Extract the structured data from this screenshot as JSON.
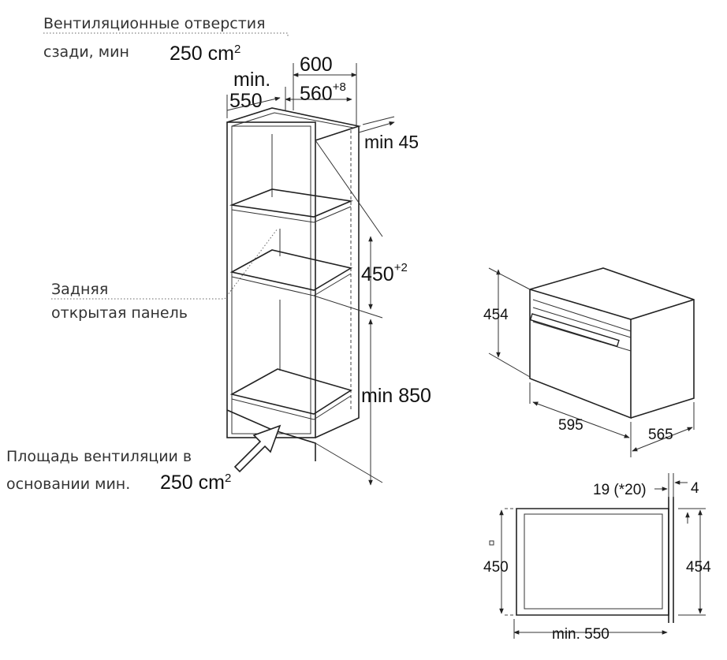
{
  "labels": {
    "rear_vent_line1": "Вентиляционные отверстия",
    "rear_vent_line2": "сзади, мин",
    "rear_vent_value": "250 cm",
    "rear_vent_sup": "2",
    "back_panel_line1": "Задняя",
    "back_panel_line2": "открытая панель",
    "base_vent_line1": "Площадь вентиляции в",
    "base_vent_line2": "основании мин.",
    "base_vent_value": "250 cm",
    "base_vent_sup": "2"
  },
  "cabinet_dims": {
    "width_outer": "600",
    "width_inner": "560",
    "width_inner_tol": "+8",
    "min_word": "min.",
    "min_depth": "550",
    "min_top": "min 45",
    "niche_height": "450",
    "niche_height_tol": "+2",
    "min_floor": "min 850"
  },
  "appliance_dims": {
    "height": "454",
    "width": "595",
    "depth": "565"
  },
  "section_dims": {
    "front_panel": "19 (*20)",
    "offset": "4",
    "niche_height": "450",
    "total_height": "454",
    "min_depth": "min. 550"
  }
}
